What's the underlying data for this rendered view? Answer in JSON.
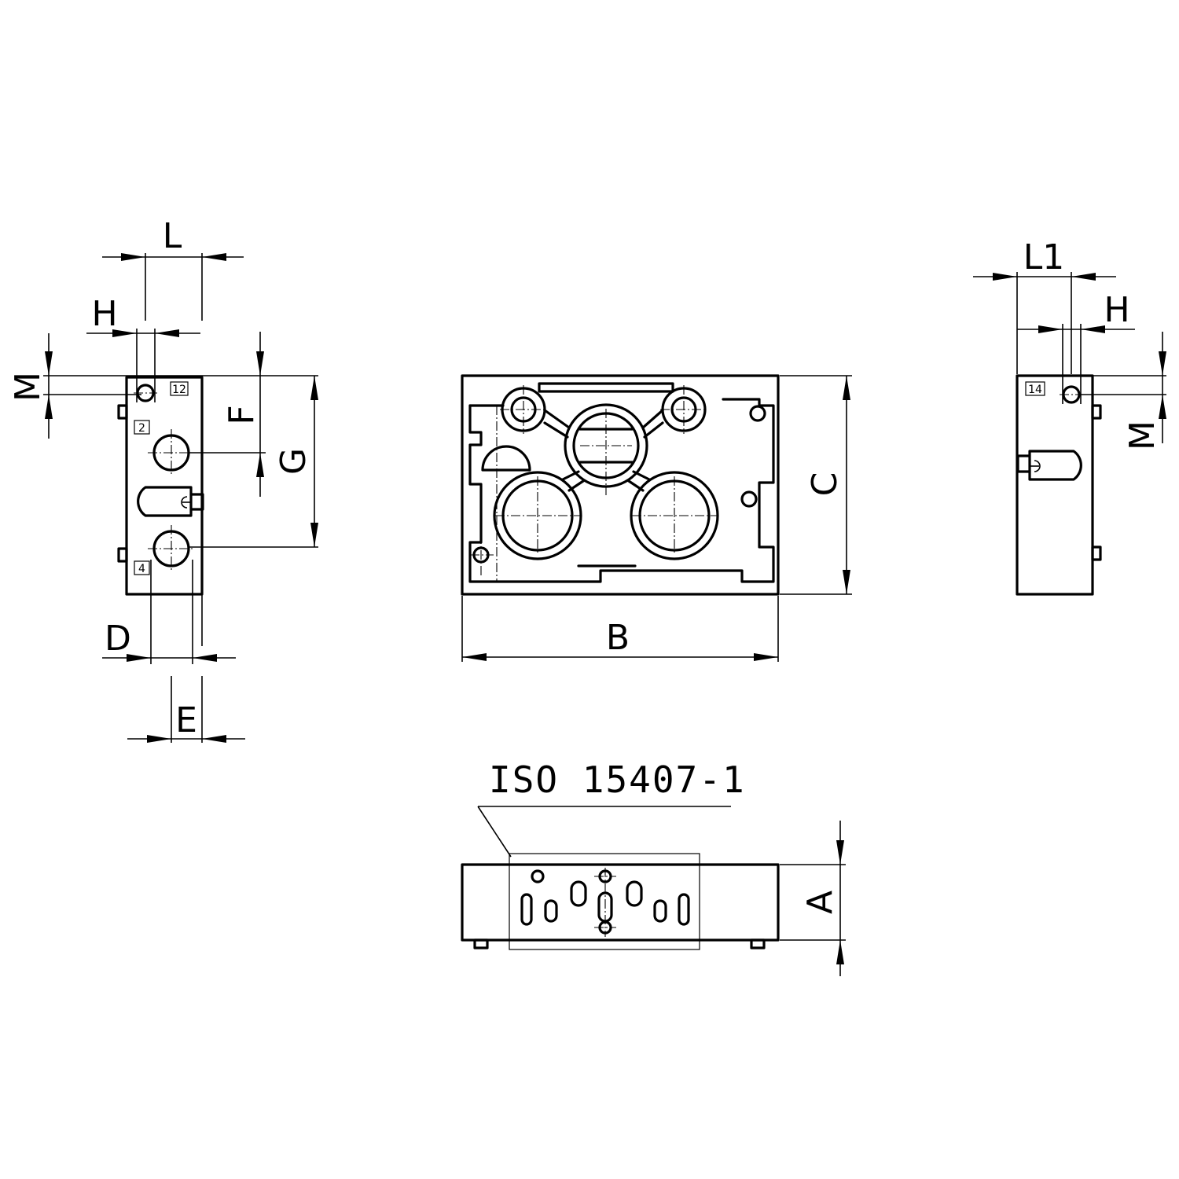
{
  "dimensions": {
    "L": "L",
    "H": "H",
    "M": "M",
    "F": "F",
    "G": "G",
    "D": "D",
    "E": "E",
    "B": "B",
    "C": "C",
    "L1": "L1",
    "A": "A"
  },
  "ports": {
    "p12": "12",
    "p2": "2",
    "p4": "4",
    "p14": "14"
  },
  "standard_label": "ISO 15407-1"
}
